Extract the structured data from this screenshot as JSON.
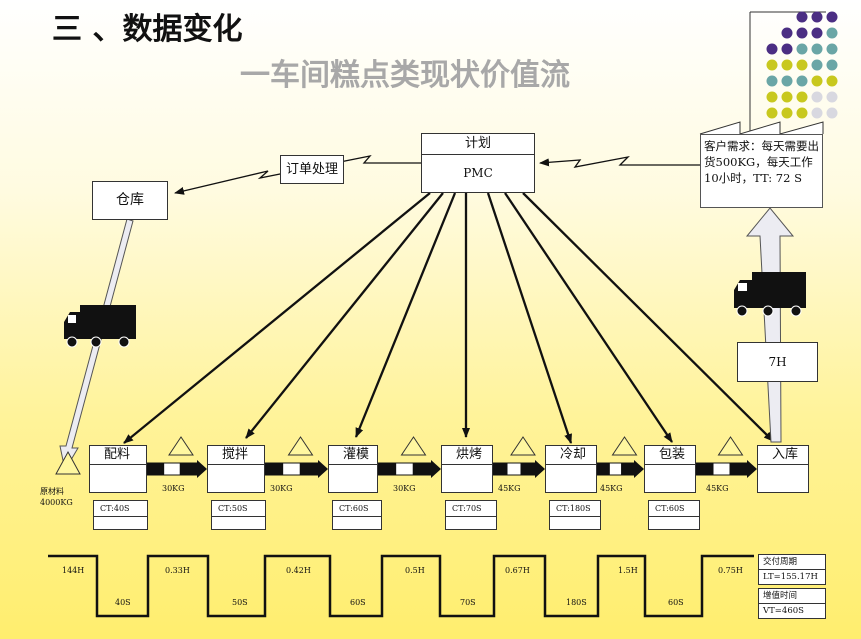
{
  "header": {
    "title": "三 、数据变化",
    "subtitle": "一车间糕点类现状价值流"
  },
  "plan": {
    "title": "计划",
    "body": "PMC"
  },
  "order_label": "订单处理",
  "warehouse_label": "仓库",
  "customer": {
    "text": "客户需求：每天需要出货500KG，每天工作10小时，TT: 72 S"
  },
  "ship_time": "7H",
  "raw_material": {
    "line1": "原材料",
    "line2": "4000KG"
  },
  "processes": [
    {
      "name": "配料",
      "ct": "CT:40S"
    },
    {
      "name": "搅拌",
      "ct": "CT:50S"
    },
    {
      "name": "灌模",
      "ct": "CT:60S"
    },
    {
      "name": "烘烤",
      "ct": "CT:70S"
    },
    {
      "name": "冷却",
      "ct": "CT:180S"
    },
    {
      "name": "包装",
      "ct": "CT:60S"
    },
    {
      "name": "入库",
      "ct": ""
    }
  ],
  "inventory": [
    "30KG",
    "30KG",
    "30KG",
    "45KG",
    "45KG",
    "45KG"
  ],
  "timeline": {
    "waits": [
      "144H",
      "0.33H",
      "0.42H",
      "0.5H",
      "0.67H",
      "1.5H",
      "0.75H"
    ],
    "processing": [
      "40S",
      "50S",
      "60S",
      "70S",
      "180S",
      "60S"
    ]
  },
  "summary": {
    "lead_label": "交付周期",
    "lead_value": "LT=155.17H",
    "va_label": "增值时间",
    "va_value": "VT=460S"
  },
  "colors": {
    "dots_purple": "#4b2e83",
    "dots_teal": "#6aa6a6",
    "dots_olive": "#c8c81e",
    "dots_grey": "#d8d8e0"
  }
}
